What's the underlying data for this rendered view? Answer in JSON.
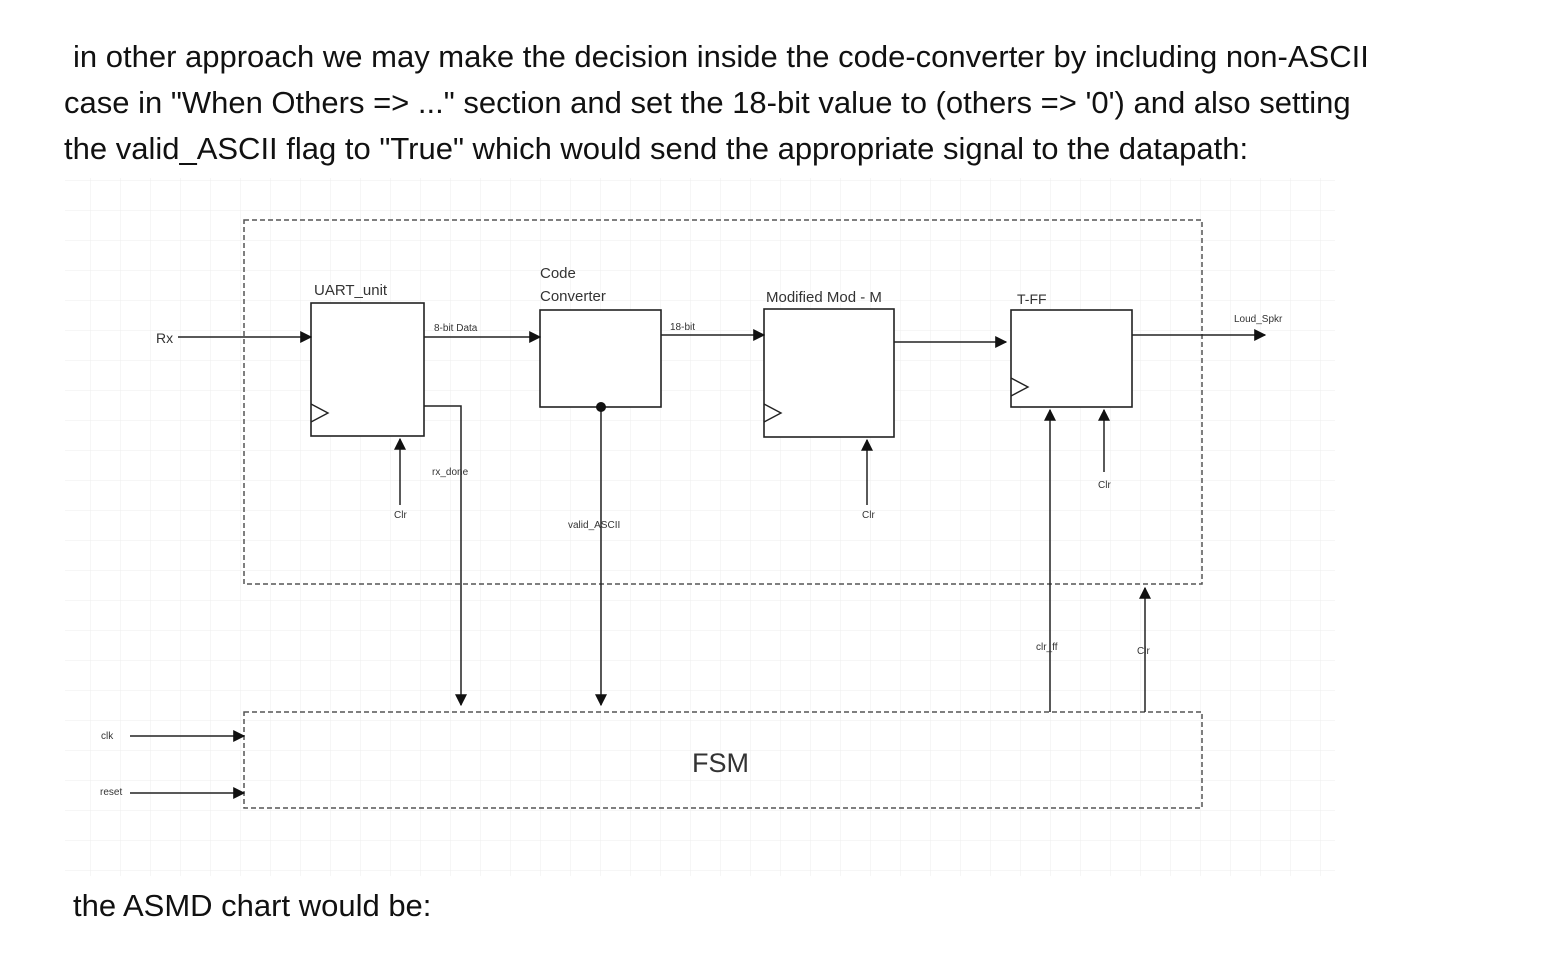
{
  "paragraph": {
    "line1": "in other approach we may make the decision inside the code-converter by including non-ASCII",
    "line2": "case in \"When Others => ...\" section and set the 18-bit value to (others => '0') and also setting",
    "line3": "the valid_ASCII flag to \"True\" which would send the appropriate signal to the datapath:"
  },
  "diagram": {
    "blocks": {
      "uart": "UART_unit",
      "code_converter_line1": "Code",
      "code_converter_line2": "Converter",
      "mod_m": "Modified Mod - M",
      "tff": "T-FF",
      "fsm": "FSM"
    },
    "signals": {
      "rx": "Rx",
      "data_8bit": "8-bit Data",
      "data_18bit": "18-bit",
      "loud_spkr": "Loud_Spkr",
      "rx_done": "rx_done",
      "valid_ascii": "valid_ASCII",
      "clr_uart": "Clr",
      "clr_mod": "Clr",
      "clr_tff": "Clr",
      "clr_ff": "clr_ff",
      "clr_fsm": "Clr",
      "clk": "clk",
      "reset": "reset"
    }
  },
  "caption": "the ASMD chart would be:"
}
